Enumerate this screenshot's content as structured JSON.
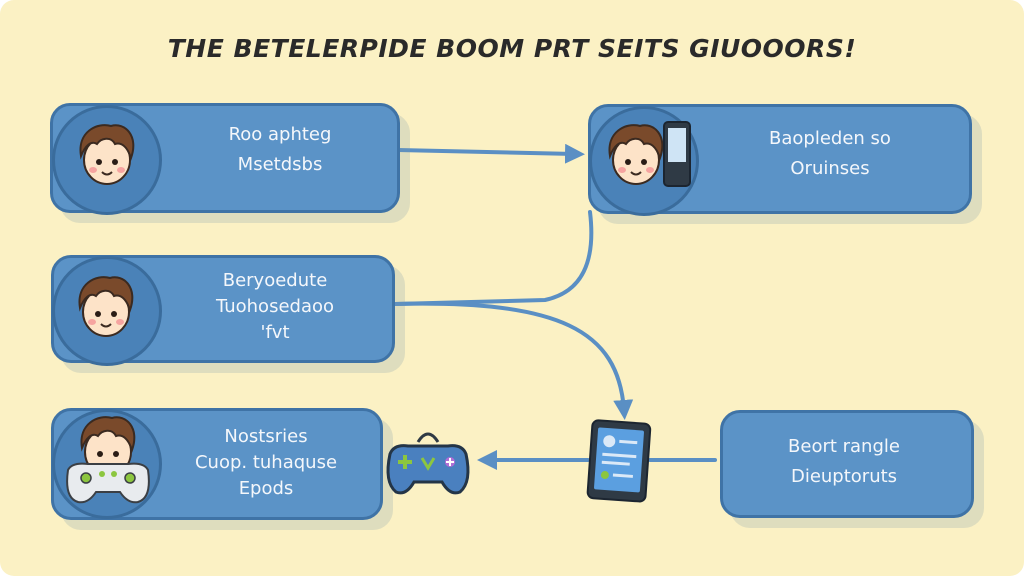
{
  "title": "THE BETELERPIDE BOOM PRT SEITS GIUOOORS!",
  "colors": {
    "background": "#fbf1c4",
    "card": "#5b93c7",
    "card_border": "#3f73a6",
    "arrow": "#5a8fc4",
    "text": "#f4f7fb"
  },
  "cards": [
    {
      "line1": "Roo aphteg",
      "line2": "Msetdsbs",
      "icon": "child-face-icon"
    },
    {
      "line1": "Baopleden so",
      "line2": "Oruinses",
      "icon": "child-with-phone-icon"
    },
    {
      "line1": "Beryoedute",
      "line2": "Tuohosedaoo",
      "line3": "'fvt",
      "icon": "child-face-icon"
    },
    {
      "line1": "Nostsries",
      "line2": "Cuop. tuhaquse",
      "line3": "Epods",
      "icon": "child-with-controller-icon"
    },
    {
      "line1": "Beort rangle",
      "line2": "Dieuptoruts"
    }
  ],
  "standalone_icons": [
    "game-controller-icon",
    "tablet-icon"
  ]
}
